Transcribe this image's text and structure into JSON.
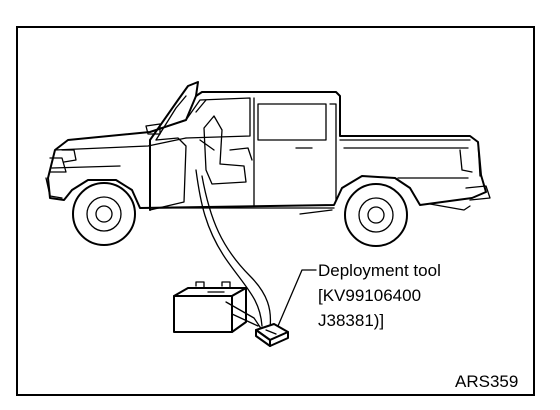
{
  "figure": {
    "callout_lines": [
      "Deployment tool",
      "[KV99106400",
      "J38381)]"
    ],
    "figure_id": "ARS359"
  },
  "colors": {
    "ink": "#000000",
    "paper": "#ffffff"
  },
  "icons": [
    "pickup-truck-illustration",
    "battery-illustration",
    "deployment-tool-illustration"
  ]
}
